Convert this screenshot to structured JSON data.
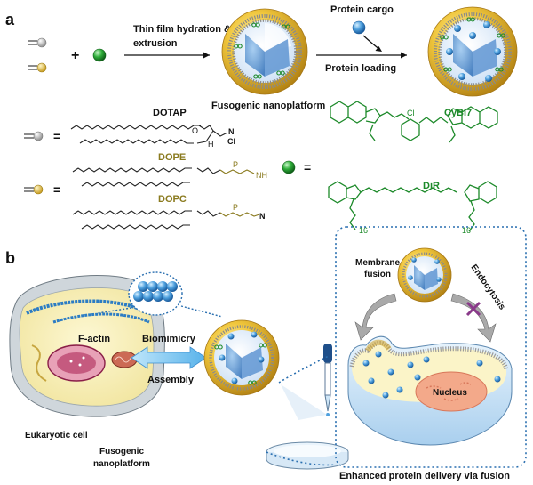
{
  "panel_a": {
    "label": "a",
    "plus": "+",
    "step1_line1": "Thin film hydration &",
    "step1_line2": "extrusion",
    "cargo_label": "Protein cargo",
    "step2_label": "Protein loading",
    "nanoplatform_label": "Fusogenic nanoplatform",
    "lipid_eq_1": "=",
    "lipid_eq_2": "=",
    "dye_eq": "=",
    "dotap": "DOTAP",
    "dope": "DOPE",
    "dopc": "DOPC",
    "cybi7": "CyBI7",
    "dir": "DiR",
    "cl_atom": "Cl",
    "n_plus": "N",
    "cl_minus": "Cl",
    "nh3": "NH",
    "p_atom": "P",
    "h_atom": "H",
    "o_atom": "O",
    "dir_sub_1": "16",
    "dir_sub_2": "16"
  },
  "panel_b": {
    "label": "b",
    "factin": "F-actin",
    "biomimicry": "Biomimicry",
    "assembly": "Assembly",
    "eukaryotic": "Eukaryotic cell",
    "fuso_line1": "Fusogenic",
    "fuso_line2": "nanoplatform",
    "membrane_line1": "Membrane",
    "membrane_line2": "fusion",
    "endocytosis": "Endocytosis",
    "nucleus": "Nucleus",
    "enhanced": "Enhanced protein delivery via fusion"
  },
  "colors": {
    "gold": "#e2b52b",
    "gold_dark": "#b07f12",
    "lipid_gray": "#b9b9b9",
    "lipid_yellow": "#e7c648",
    "dye_green": "#1d8a2a",
    "protein_blue": "#3a8ed2",
    "cyto_yellow": "#fbf4c8",
    "dashed_blue": "#2a6fb0",
    "arrow_blue": "#7fc6ef"
  },
  "icons": [
    "lipid-icon",
    "dye-bead-icon",
    "protein-cargo-icon",
    "nanoplatform-icon",
    "fusion-arrow-icon",
    "blocked-endocytosis-icon",
    "dropper-icon",
    "petri-dish-icon"
  ]
}
